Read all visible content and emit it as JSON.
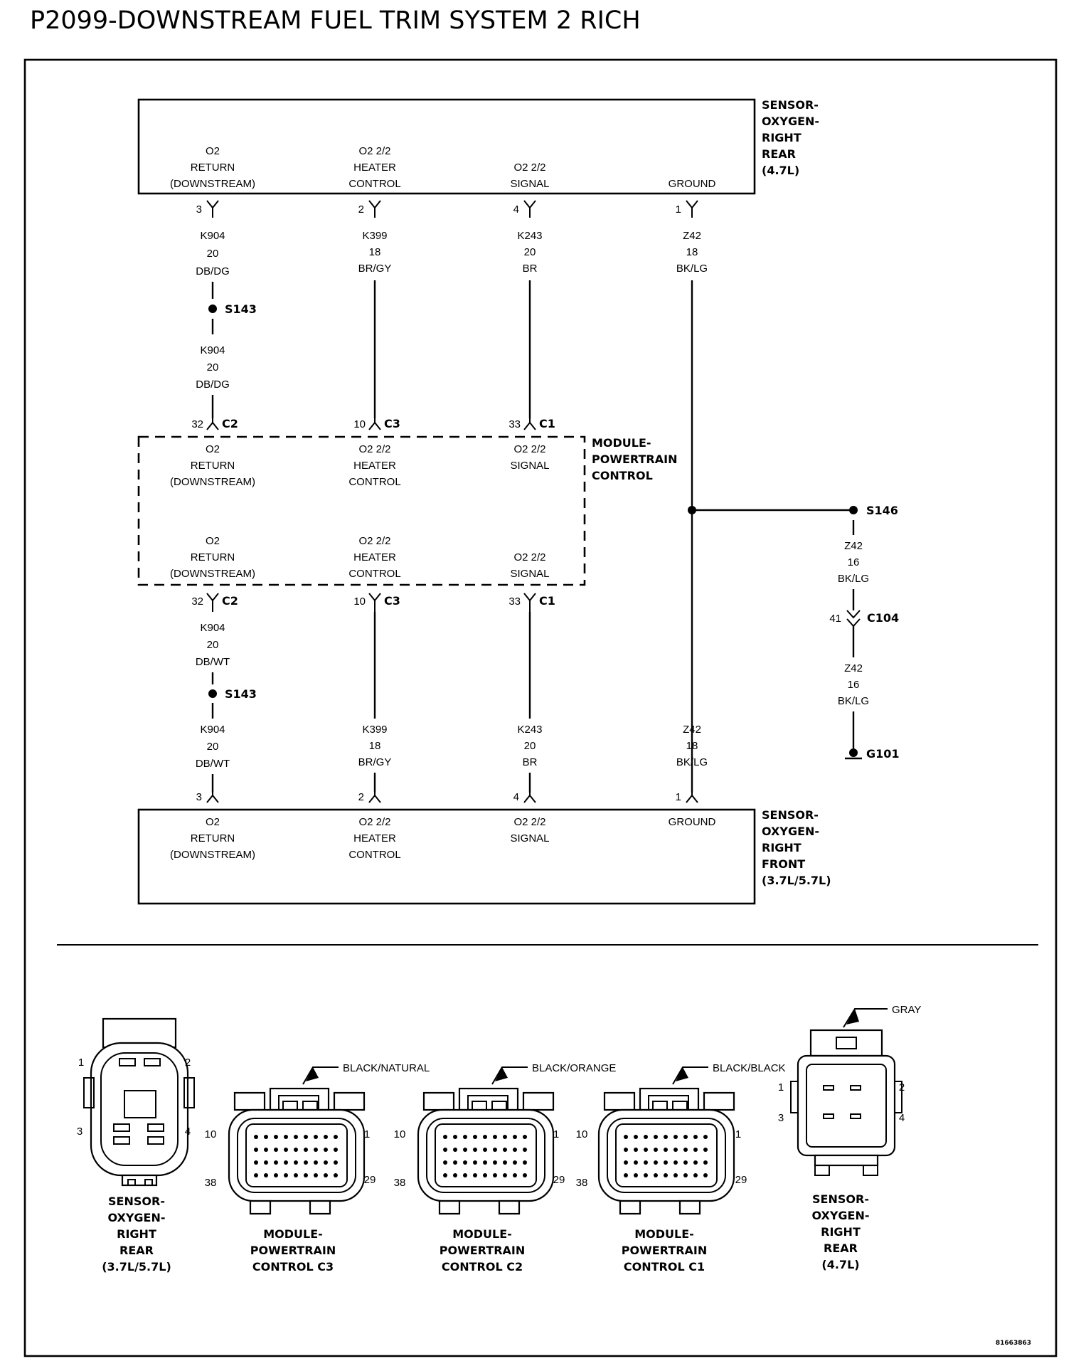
{
  "title": "P2099-DOWNSTREAM FUEL TRIM SYSTEM 2 RICH",
  "components": {
    "sensor_rear_47": {
      "lines": [
        "SENSOR-",
        "OXYGEN-",
        "RIGHT",
        "REAR",
        "(4.7L)"
      ]
    },
    "pcm": {
      "lines": [
        "MODULE-",
        "POWERTRAIN",
        "CONTROL"
      ]
    },
    "sensor_front": {
      "lines": [
        "SENSOR-",
        "OXYGEN-",
        "RIGHT",
        "FRONT",
        "(3.7L/5.7L)"
      ]
    }
  },
  "pin_labels": {
    "o2_return": [
      "O2",
      "RETURN",
      "(DOWNSTREAM)"
    ],
    "heater": [
      "O2 2/2",
      "HEATER",
      "CONTROL"
    ],
    "signal": [
      "O2 2/2",
      "SIGNAL"
    ],
    "ground": [
      "GROUND"
    ]
  },
  "sensor_pins": {
    "return": "3",
    "heater": "2",
    "signal": "4",
    "ground": "1"
  },
  "pcm_pins": {
    "return": {
      "num": "32",
      "conn": "C2"
    },
    "heater": {
      "num": "10",
      "conn": "C3"
    },
    "signal": {
      "num": "33",
      "conn": "C1"
    }
  },
  "wires": {
    "k904_top": [
      "K904",
      "20",
      "DB/DG"
    ],
    "k904_mid": [
      "K904",
      "20",
      "DB/DG"
    ],
    "k904_low": [
      "K904",
      "20",
      "DB/WT"
    ],
    "k904_bot": [
      "K904",
      "20",
      "DB/WT"
    ],
    "k399": [
      "K399",
      "18",
      "BR/GY"
    ],
    "k243": [
      "K243",
      "20",
      "BR"
    ],
    "z42_18": [
      "Z42",
      "18",
      "BK/LG"
    ],
    "z42_16": [
      "Z42",
      "16",
      "BK/LG"
    ]
  },
  "splices": {
    "s143": "S143",
    "s146": "S146"
  },
  "c104": {
    "pin": "41",
    "name": "C104"
  },
  "ground_point": "G101",
  "connector_views": {
    "sensor_rear_37": {
      "pins": [
        "1",
        "2",
        "3",
        "4"
      ],
      "caption": [
        "SENSOR-",
        "OXYGEN-",
        "RIGHT",
        "REAR",
        "(3.7L/5.7L)"
      ]
    },
    "c3": {
      "color": "BLACK/NATURAL",
      "pins": [
        "10",
        "1",
        "38",
        "29"
      ],
      "caption": [
        "MODULE-",
        "POWERTRAIN",
        "CONTROL C3"
      ]
    },
    "c2": {
      "color": "BLACK/ORANGE",
      "pins": [
        "10",
        "1",
        "38",
        "29"
      ],
      "caption": [
        "MODULE-",
        "POWERTRAIN",
        "CONTROL C2"
      ]
    },
    "c1": {
      "color": "BLACK/BLACK",
      "pins": [
        "10",
        "1",
        "38",
        "29"
      ],
      "caption": [
        "MODULE-",
        "POWERTRAIN",
        "CONTROL C1"
      ]
    },
    "sensor_rear_47": {
      "color": "GRAY",
      "pins": [
        "1",
        "2",
        "3",
        "4"
      ],
      "caption": [
        "SENSOR-",
        "OXYGEN-",
        "RIGHT",
        "REAR",
        "(4.7L)"
      ]
    }
  },
  "figure_id": "81663863"
}
